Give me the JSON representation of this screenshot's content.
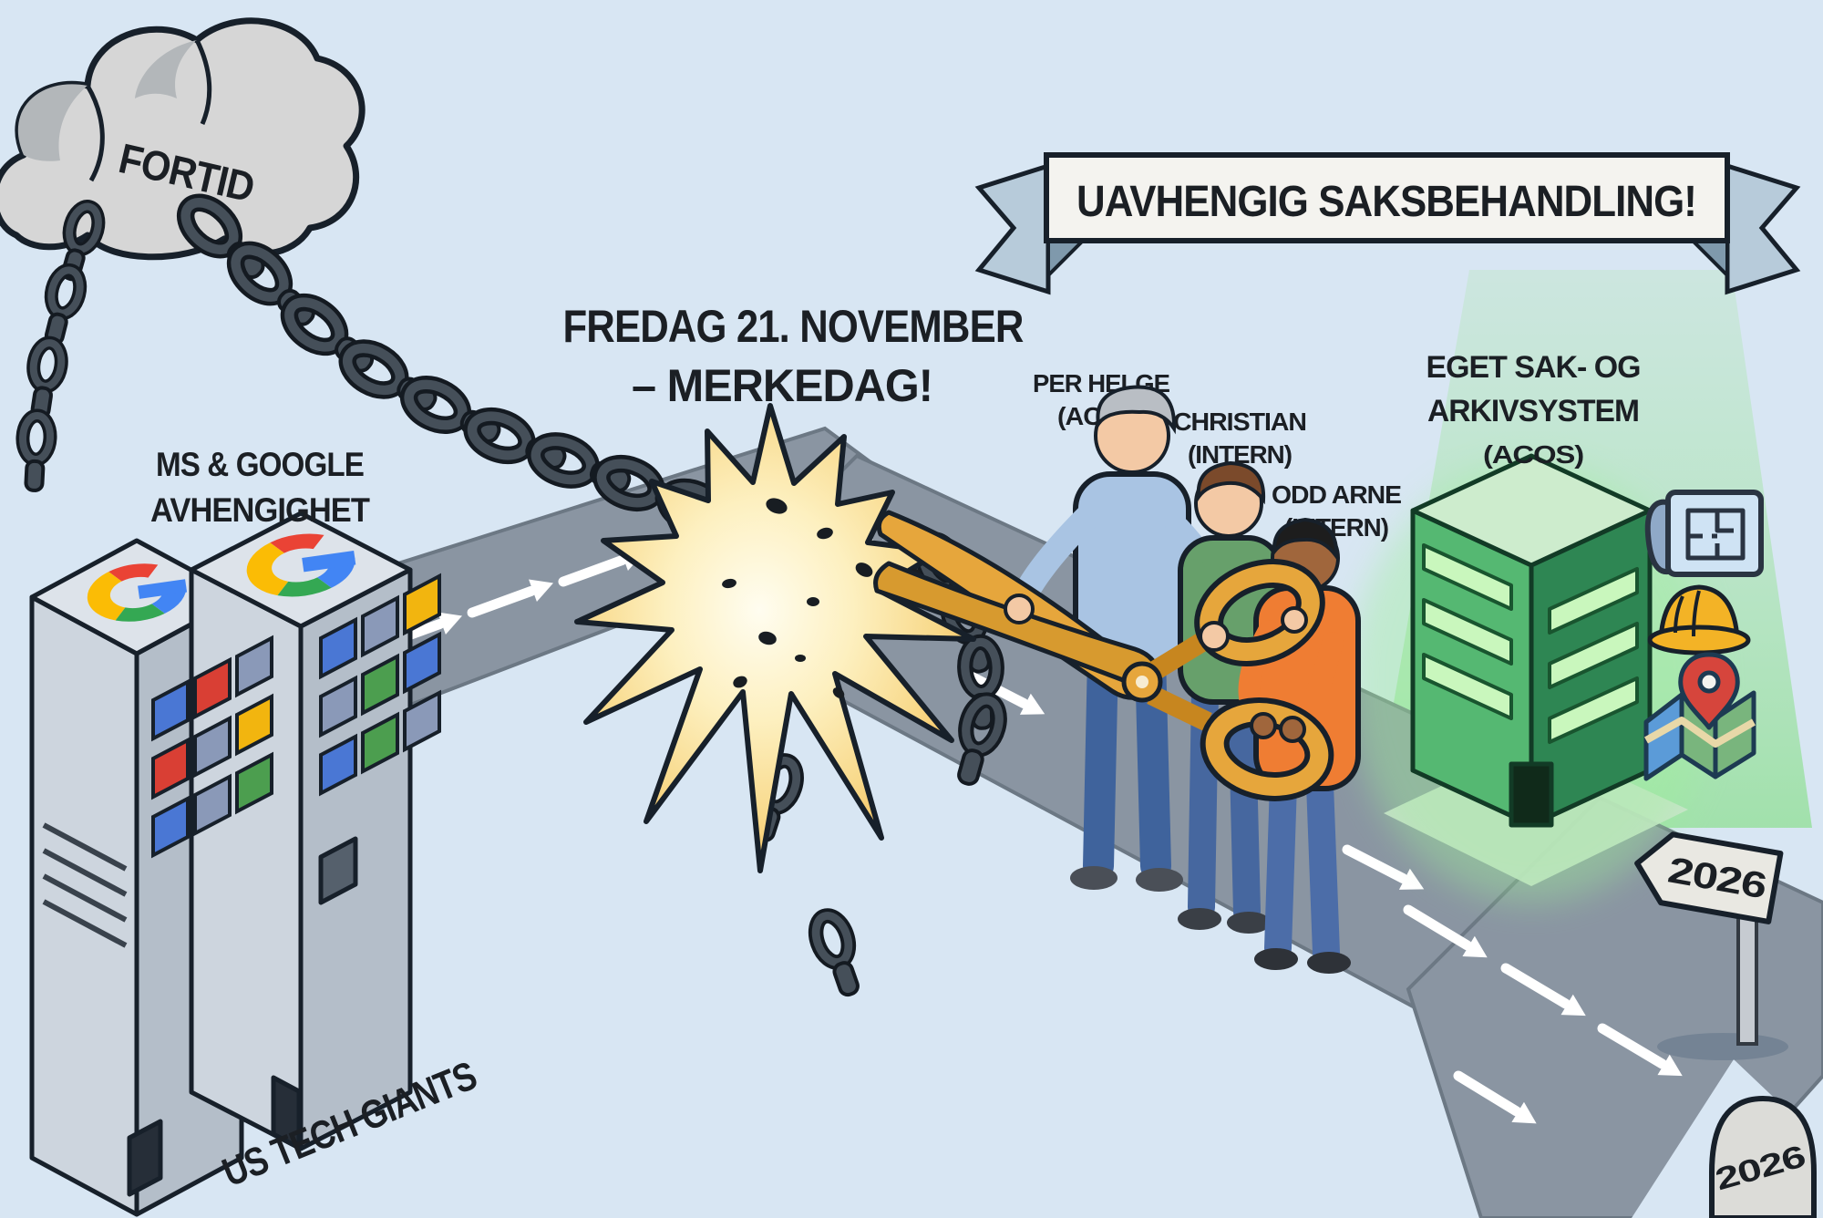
{
  "illustration": {
    "cloud_label": "FORTID",
    "dependency_caption": {
      "line1": "MS & GOOGLE",
      "line2": "AVHENGIGHET"
    },
    "date_caption": {
      "line1": "FREDAG 21. NOVEMBER",
      "line2": "– MERKEDAG!"
    },
    "banner_caption": "UAVHENGIG SAKSBEHANDLING!",
    "people": [
      {
        "name": "PER HELGE",
        "affiliation": "(ACOS)"
      },
      {
        "name": "CHRISTIAN",
        "affiliation": "(INTERN)"
      },
      {
        "name": "ODD ARNE",
        "affiliation": "(INTERN)"
      }
    ],
    "system_caption": {
      "line1": "EGET SAK- OG",
      "line2": "ARKIVSYSTEM",
      "line3": "(ACOS)"
    },
    "tech_giants_caption": "US TECH GIANTS",
    "signpost_year": "2026",
    "milestone_year": "2026"
  },
  "colors": {
    "background": "#d8e6f3",
    "road": "#8a95a2",
    "road_edge": "#6c7884",
    "chain_dark": "#141a21",
    "chain_mid": "#454f59",
    "starburst_gold": "#f3b84e",
    "scissors_gold": "#e6a63c",
    "banner_face": "#f4f3ef",
    "ribbon_blue": "#b7cbda",
    "cloud_gray": "#d6d6d6",
    "glow_green": "#9ee896",
    "building_green_light": "#55b872",
    "building_green_dark": "#2e8653",
    "window_blue": "#4a77d4",
    "window_red": "#d93f34",
    "window_yellow": "#f2b50f",
    "window_green": "#4c9e4f",
    "window_gray": "#8a99b8",
    "hardhat_yellow": "#f3b326",
    "pin_red": "#d6453c",
    "text_dark": "#1b1f24"
  }
}
